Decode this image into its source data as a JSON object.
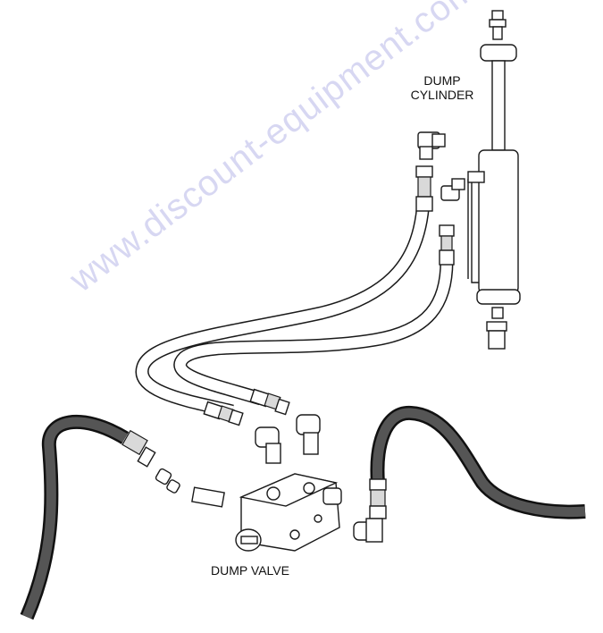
{
  "labels": {
    "dump_cylinder_line1": "DUMP",
    "dump_cylinder_line2": "CYLINDER",
    "dump_valve": "DUMP VALVE"
  },
  "watermark": {
    "text": "www.discount-equipment.com",
    "color": "#b8b8e8"
  },
  "colors": {
    "line": "#1a1a1a",
    "hose_dark": "#333333",
    "background": "#ffffff"
  }
}
